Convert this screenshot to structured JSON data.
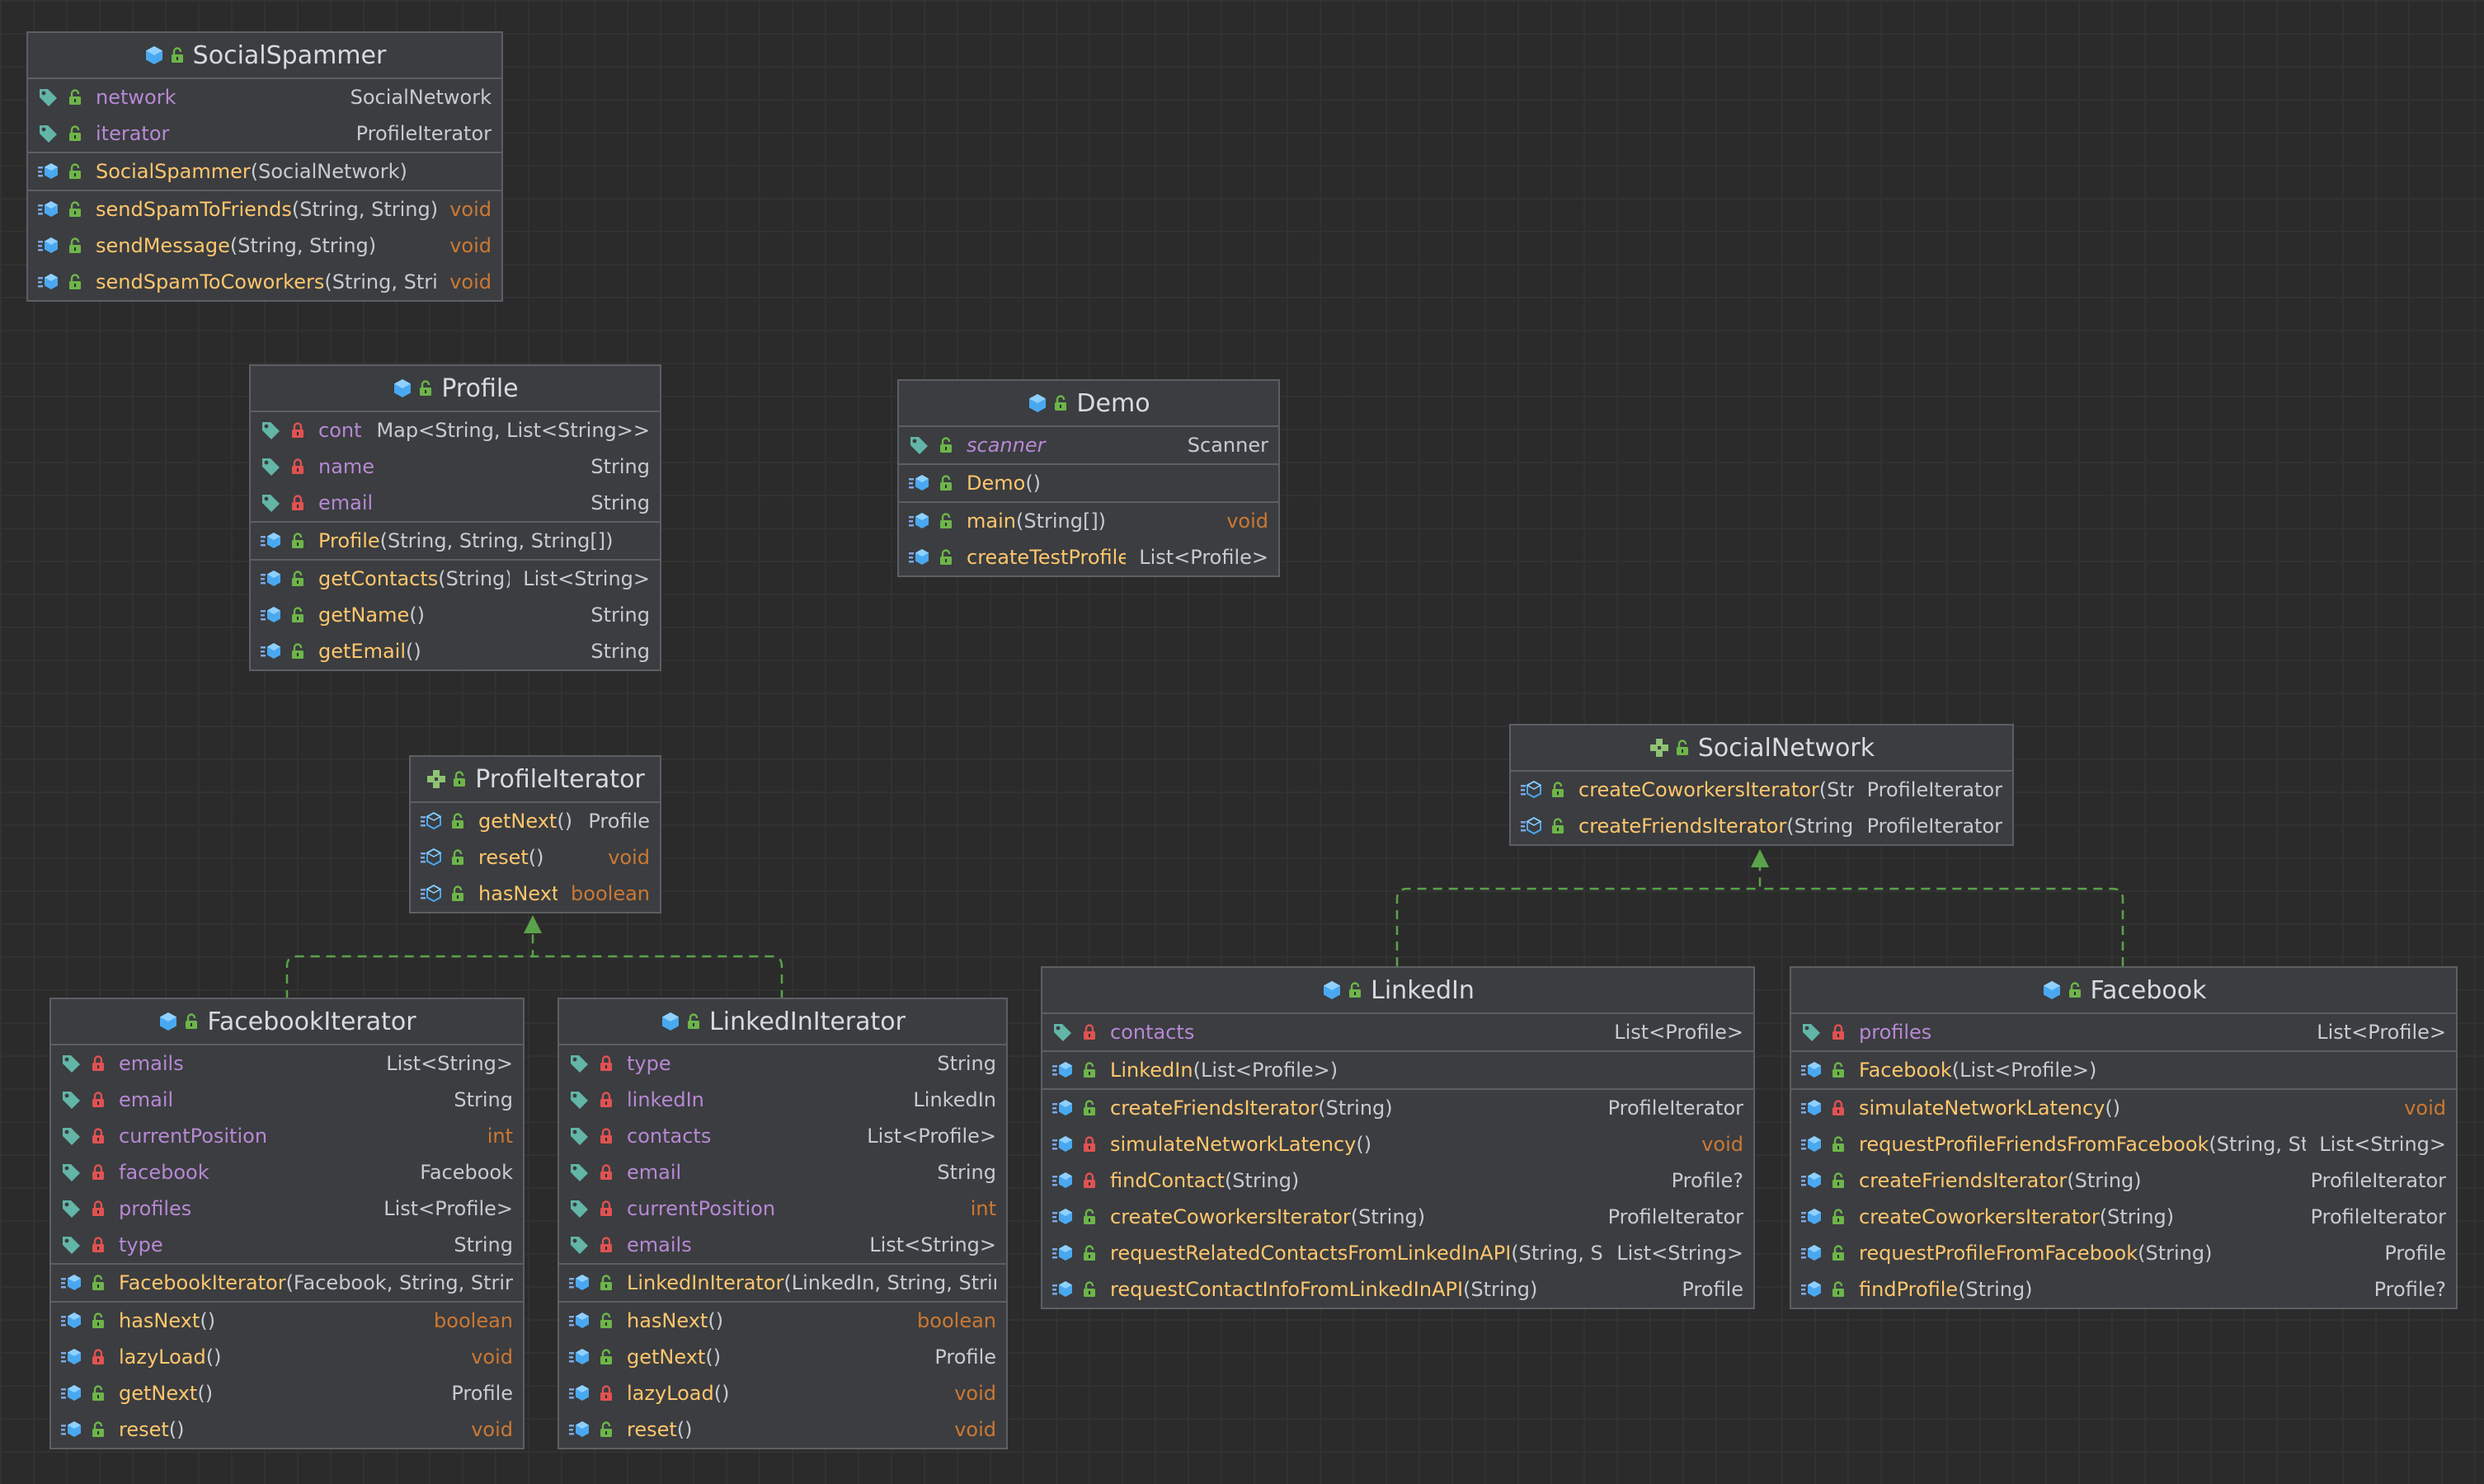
{
  "colors": {
    "background": "#2b2b2b",
    "grid": "#323232",
    "box": "#3b3d40",
    "border": "#5c5f63",
    "class_icon": "#4aa8f0",
    "interface_icon": "#8fc274",
    "field_icon": "#62b5a7",
    "public_lock": "#6db54a",
    "private_lock": "#e05252",
    "field_name": "#b788d4",
    "method_name": "#ffc66d",
    "primitive_type": "#cc7832",
    "realization_line": "#5aa34a"
  },
  "classes": [
    {
      "id": "socialspammer",
      "name": "SocialSpammer",
      "kind": "class",
      "fields": [
        {
          "name": "network",
          "type": "SocialNetwork",
          "access": "public"
        },
        {
          "name": "iterator",
          "type": "ProfileIterator",
          "access": "public"
        }
      ],
      "constructors": [
        {
          "name": "SocialSpammer",
          "params": "(SocialNetwork)",
          "access": "public"
        }
      ],
      "methods": [
        {
          "name": "sendSpamToFriends",
          "params": "(String, String)",
          "type": "void",
          "access": "public"
        },
        {
          "name": "sendMessage",
          "params": "(String, String)",
          "type": "void",
          "access": "public"
        },
        {
          "name": "sendSpamToCoworkers",
          "params": "(String, String)",
          "type": "void",
          "access": "public"
        }
      ]
    },
    {
      "id": "profile",
      "name": "Profile",
      "kind": "class",
      "fields": [
        {
          "name": "contacts",
          "type": "Map<String, List<String>>",
          "access": "private"
        },
        {
          "name": "name",
          "type": "String",
          "access": "private"
        },
        {
          "name": "email",
          "type": "String",
          "access": "private"
        }
      ],
      "constructors": [
        {
          "name": "Profile",
          "params": "(String, String, String[])",
          "access": "public"
        }
      ],
      "methods": [
        {
          "name": "getContacts",
          "params": "(String)",
          "type": "List<String>",
          "access": "public"
        },
        {
          "name": "getName",
          "params": "()",
          "type": "String",
          "access": "public"
        },
        {
          "name": "getEmail",
          "params": "()",
          "type": "String",
          "access": "public"
        }
      ]
    },
    {
      "id": "demo",
      "name": "Demo",
      "kind": "class",
      "fields": [
        {
          "name": "scanner",
          "type": "Scanner",
          "access": "public",
          "static": true
        }
      ],
      "constructors": [
        {
          "name": "Demo",
          "params": "()",
          "access": "public"
        }
      ],
      "methods": [
        {
          "name": "main",
          "params": "(String[])",
          "type": "void",
          "access": "public",
          "static": true
        },
        {
          "name": "createTestProfiles",
          "params": "()",
          "type": "List<Profile>",
          "access": "public",
          "static": true
        }
      ]
    },
    {
      "id": "profileiterator",
      "name": "ProfileIterator",
      "kind": "interface",
      "fields": [],
      "constructors": [],
      "methods": [
        {
          "name": "getNext",
          "params": "()",
          "type": "Profile",
          "access": "public"
        },
        {
          "name": "reset",
          "params": "()",
          "type": "void",
          "access": "public"
        },
        {
          "name": "hasNext",
          "params": "()",
          "type": "boolean",
          "access": "public"
        }
      ]
    },
    {
      "id": "socialnetwork",
      "name": "SocialNetwork",
      "kind": "interface",
      "fields": [],
      "constructors": [],
      "methods": [
        {
          "name": "createCoworkersIterator",
          "params": "(String)",
          "type": "ProfileIterator",
          "access": "public"
        },
        {
          "name": "createFriendsIterator",
          "params": "(String)",
          "type": "ProfileIterator",
          "access": "public"
        }
      ]
    },
    {
      "id": "facebookiterator",
      "name": "FacebookIterator",
      "kind": "class",
      "fields": [
        {
          "name": "emails",
          "type": "List<String>",
          "access": "private"
        },
        {
          "name": "email",
          "type": "String",
          "access": "private"
        },
        {
          "name": "currentPosition",
          "type": "int",
          "access": "private"
        },
        {
          "name": "facebook",
          "type": "Facebook",
          "access": "private"
        },
        {
          "name": "profiles",
          "type": "List<Profile>",
          "access": "private"
        },
        {
          "name": "type",
          "type": "String",
          "access": "private"
        }
      ],
      "constructors": [
        {
          "name": "FacebookIterator",
          "params": "(Facebook, String, String)",
          "access": "public"
        }
      ],
      "methods": [
        {
          "name": "hasNext",
          "params": "()",
          "type": "boolean",
          "access": "public"
        },
        {
          "name": "lazyLoad",
          "params": "()",
          "type": "void",
          "access": "private"
        },
        {
          "name": "getNext",
          "params": "()",
          "type": "Profile",
          "access": "public"
        },
        {
          "name": "reset",
          "params": "()",
          "type": "void",
          "access": "public"
        }
      ]
    },
    {
      "id": "linkediniterator",
      "name": "LinkedInIterator",
      "kind": "class",
      "fields": [
        {
          "name": "type",
          "type": "String",
          "access": "private"
        },
        {
          "name": "linkedIn",
          "type": "LinkedIn",
          "access": "private"
        },
        {
          "name": "contacts",
          "type": "List<Profile>",
          "access": "private"
        },
        {
          "name": "email",
          "type": "String",
          "access": "private"
        },
        {
          "name": "currentPosition",
          "type": "int",
          "access": "private"
        },
        {
          "name": "emails",
          "type": "List<String>",
          "access": "private"
        }
      ],
      "constructors": [
        {
          "name": "LinkedInIterator",
          "params": "(LinkedIn, String, String)",
          "access": "public"
        }
      ],
      "methods": [
        {
          "name": "hasNext",
          "params": "()",
          "type": "boolean",
          "access": "public"
        },
        {
          "name": "getNext",
          "params": "()",
          "type": "Profile",
          "access": "public"
        },
        {
          "name": "lazyLoad",
          "params": "()",
          "type": "void",
          "access": "private"
        },
        {
          "name": "reset",
          "params": "()",
          "type": "void",
          "access": "public"
        }
      ]
    },
    {
      "id": "linkedin",
      "name": "LinkedIn",
      "kind": "class",
      "fields": [
        {
          "name": "contacts",
          "type": "List<Profile>",
          "access": "private"
        }
      ],
      "constructors": [
        {
          "name": "LinkedIn",
          "params": "(List<Profile>)",
          "access": "public"
        }
      ],
      "methods": [
        {
          "name": "createFriendsIterator",
          "params": "(String)",
          "type": "ProfileIterator",
          "access": "public"
        },
        {
          "name": "simulateNetworkLatency",
          "params": "()",
          "type": "void",
          "access": "private"
        },
        {
          "name": "findContact",
          "params": "(String)",
          "type": "Profile?",
          "access": "private"
        },
        {
          "name": "createCoworkersIterator",
          "params": "(String)",
          "type": "ProfileIterator",
          "access": "public"
        },
        {
          "name": "requestRelatedContactsFromLinkedInAPI",
          "params": "(String, String)",
          "type": "List<String>",
          "access": "public"
        },
        {
          "name": "requestContactInfoFromLinkedInAPI",
          "params": "(String)",
          "type": "Profile",
          "access": "public"
        }
      ]
    },
    {
      "id": "facebook",
      "name": "Facebook",
      "kind": "class",
      "fields": [
        {
          "name": "profiles",
          "type": "List<Profile>",
          "access": "private"
        }
      ],
      "constructors": [
        {
          "name": "Facebook",
          "params": "(List<Profile>)",
          "access": "public"
        }
      ],
      "methods": [
        {
          "name": "simulateNetworkLatency",
          "params": "()",
          "type": "void",
          "access": "private"
        },
        {
          "name": "requestProfileFriendsFromFacebook",
          "params": "(String, String)",
          "type": "List<String>",
          "access": "public"
        },
        {
          "name": "createFriendsIterator",
          "params": "(String)",
          "type": "ProfileIterator",
          "access": "public"
        },
        {
          "name": "createCoworkersIterator",
          "params": "(String)",
          "type": "ProfileIterator",
          "access": "public"
        },
        {
          "name": "requestProfileFromFacebook",
          "params": "(String)",
          "type": "Profile",
          "access": "public"
        },
        {
          "name": "findProfile",
          "params": "(String)",
          "type": "Profile?",
          "access": "public"
        }
      ]
    }
  ],
  "relations": [
    {
      "from": "facebookiterator",
      "to": "profileiterator",
      "type": "realization"
    },
    {
      "from": "linkediniterator",
      "to": "profileiterator",
      "type": "realization"
    },
    {
      "from": "linkedin",
      "to": "socialnetwork",
      "type": "realization"
    },
    {
      "from": "facebook",
      "to": "socialnetwork",
      "type": "realization"
    }
  ]
}
